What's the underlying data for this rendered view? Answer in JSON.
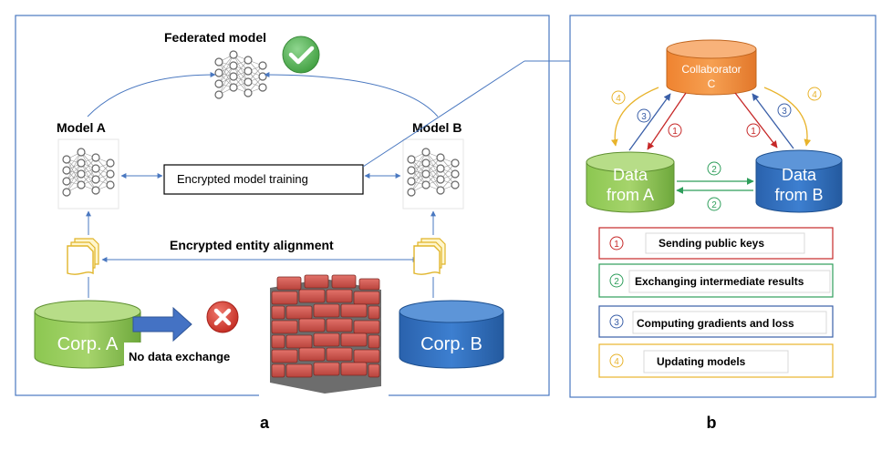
{
  "panel_a": {
    "federated_label": "Federated model",
    "model_a_label": "Model A",
    "model_b_label": "Model B",
    "encrypted_training_label": "Encrypted model training",
    "entity_alignment_label": "Encrypted entity alignment",
    "corp_a_label": "Corp. A",
    "corp_b_label": "Corp. B",
    "no_exchange_label": "No data exchange",
    "caption": "a"
  },
  "panel_b": {
    "collaborator_line1": "Collaborator",
    "collaborator_line2": "C",
    "data_a_line1": "Data",
    "data_a_line2": "from A",
    "data_b_line1": "Data",
    "data_b_line2": "from B",
    "step_numbers": [
      "1",
      "2",
      "3",
      "4"
    ],
    "legend": [
      {
        "num": "1",
        "label": "Sending public keys",
        "color": "#c62828"
      },
      {
        "num": "2",
        "label": "Exchanging  intermediate results",
        "color": "#2e9e5b"
      },
      {
        "num": "3",
        "label": "Computing gradients and loss",
        "color": "#3a5fa8"
      },
      {
        "num": "4",
        "label": "Updating models",
        "color": "#e8b32b"
      }
    ],
    "caption": "b"
  },
  "colors": {
    "green_db": "#7ab648",
    "blue_db": "#2e6fbf",
    "orange_db": "#f08a33",
    "check_green": "#5cb85c",
    "cross_red": "#d9342b",
    "arrow_blue": "#4472c4"
  }
}
